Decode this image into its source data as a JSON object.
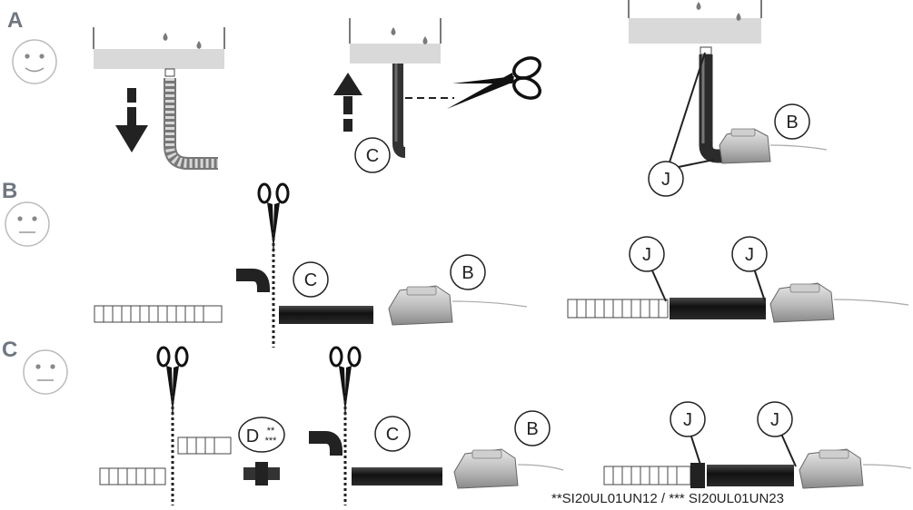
{
  "rows": [
    {
      "label": "A",
      "face": "happy"
    },
    {
      "label": "B",
      "face": "neutral"
    },
    {
      "label": "C",
      "face": "neutral"
    }
  ],
  "callouts": {
    "b": "B",
    "c": "C",
    "j": "J",
    "d": "D",
    "d_sup": "**\n***"
  },
  "footnote": "**SI20UL01UN12 / *** SI20UL01UN23",
  "colors": {
    "label_gray": "#6f7780",
    "tray": "#d9d9d9",
    "pipe_dark": "#2b2b2b",
    "pump_silver": "#bdbdbd",
    "drop": "#7a7a7a"
  }
}
